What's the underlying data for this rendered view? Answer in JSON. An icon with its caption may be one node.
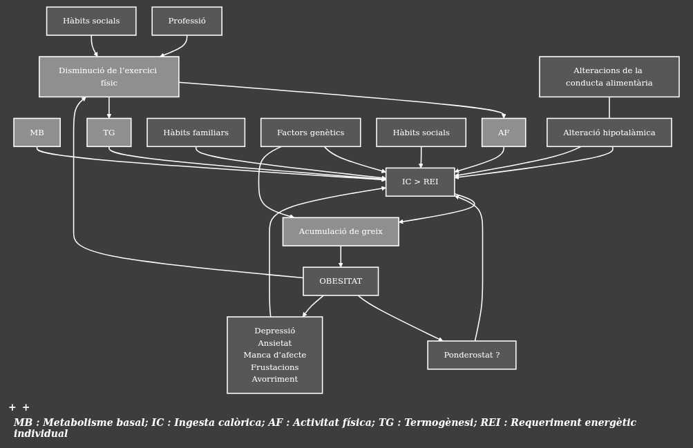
{
  "diagram": {
    "caption": "MB : Metabolisme basal; IC : Ingesta calòrica; AF : Activitat física; TG : Termogènesi; REI : Requeriment energètic individual",
    "nodes": [
      {
        "text": [
          "Professió"
        ]
      },
      {
        "text": [
          "Hàbits socials"
        ]
      },
      {
        "text": [
          "Disminució de l’exercici físic"
        ]
      },
      {
        "text": [
          "MB"
        ]
      },
      {
        "text": [
          "AF"
        ]
      },
      {
        "text": [
          "TG"
        ]
      },
      {
        "text": [
          "Hàbits familiars"
        ]
      },
      {
        "text": [
          "IC > REI"
        ]
      },
      {
        "text": [
          "Factors genètics"
        ]
      },
      {
        "text": [
          "Hàbits socials"
        ]
      },
      {
        "text": [
          "Acumulació de greix"
        ]
      },
      {
        "text": [
          "Ponderostat ?"
        ]
      },
      {
        "text": [
          "Alteració hipotalàmica"
        ]
      },
      {
        "text": [
          "Depressió",
          "Ansietat",
          "Manca d’afecte",
          "Frustacions",
          "Avorriment"
        ]
      },
      {
        "text": [
          "OBESITAT"
        ]
      },
      {
        "text": [
          "Alteracions de la conducta alimentària"
        ]
      }
    ],
    "edges": [
      {
        "from": 0,
        "to": 2,
        "arrow": "to"
      },
      {
        "from": 1,
        "to": 2,
        "arrow": "to"
      },
      {
        "from": 2,
        "to": 4,
        "arrow": "to"
      },
      {
        "from": 2,
        "to": 5,
        "arrow": "to"
      },
      {
        "from": 3,
        "to": 7,
        "arrow": "to"
      },
      {
        "from": 4,
        "to": 7,
        "arrow": "to"
      },
      {
        "from": 5,
        "to": 7,
        "arrow": "to"
      },
      {
        "from": 6,
        "to": 7,
        "arrow": "to"
      },
      {
        "from": 9,
        "to": 7,
        "arrow": "to"
      },
      {
        "from": 12,
        "to": 7,
        "arrow": "to"
      },
      {
        "from": 12,
        "to": 7,
        "arrow": "to"
      },
      {
        "from": 15,
        "to": 12,
        "arrow": "none"
      },
      {
        "from": 13,
        "to": 7,
        "arrow": "to"
      },
      {
        "from": 8,
        "to": 7,
        "arrow": "to"
      },
      {
        "from": 8,
        "to": 10,
        "arrow": "to"
      },
      {
        "from": 11,
        "to": 7,
        "arrow": "to"
      },
      {
        "from": 7,
        "to": 10,
        "arrow": "to"
      },
      {
        "from": 10,
        "to": 14,
        "arrow": "to"
      },
      {
        "from": 14,
        "to": 11,
        "arrow": "to"
      },
      {
        "from": 14,
        "to": 13,
        "arrow": "to"
      },
      {
        "from": 14,
        "to": 2,
        "arrow": "to"
      }
    ],
    "labels": [
      "+",
      "+"
    ]
  }
}
